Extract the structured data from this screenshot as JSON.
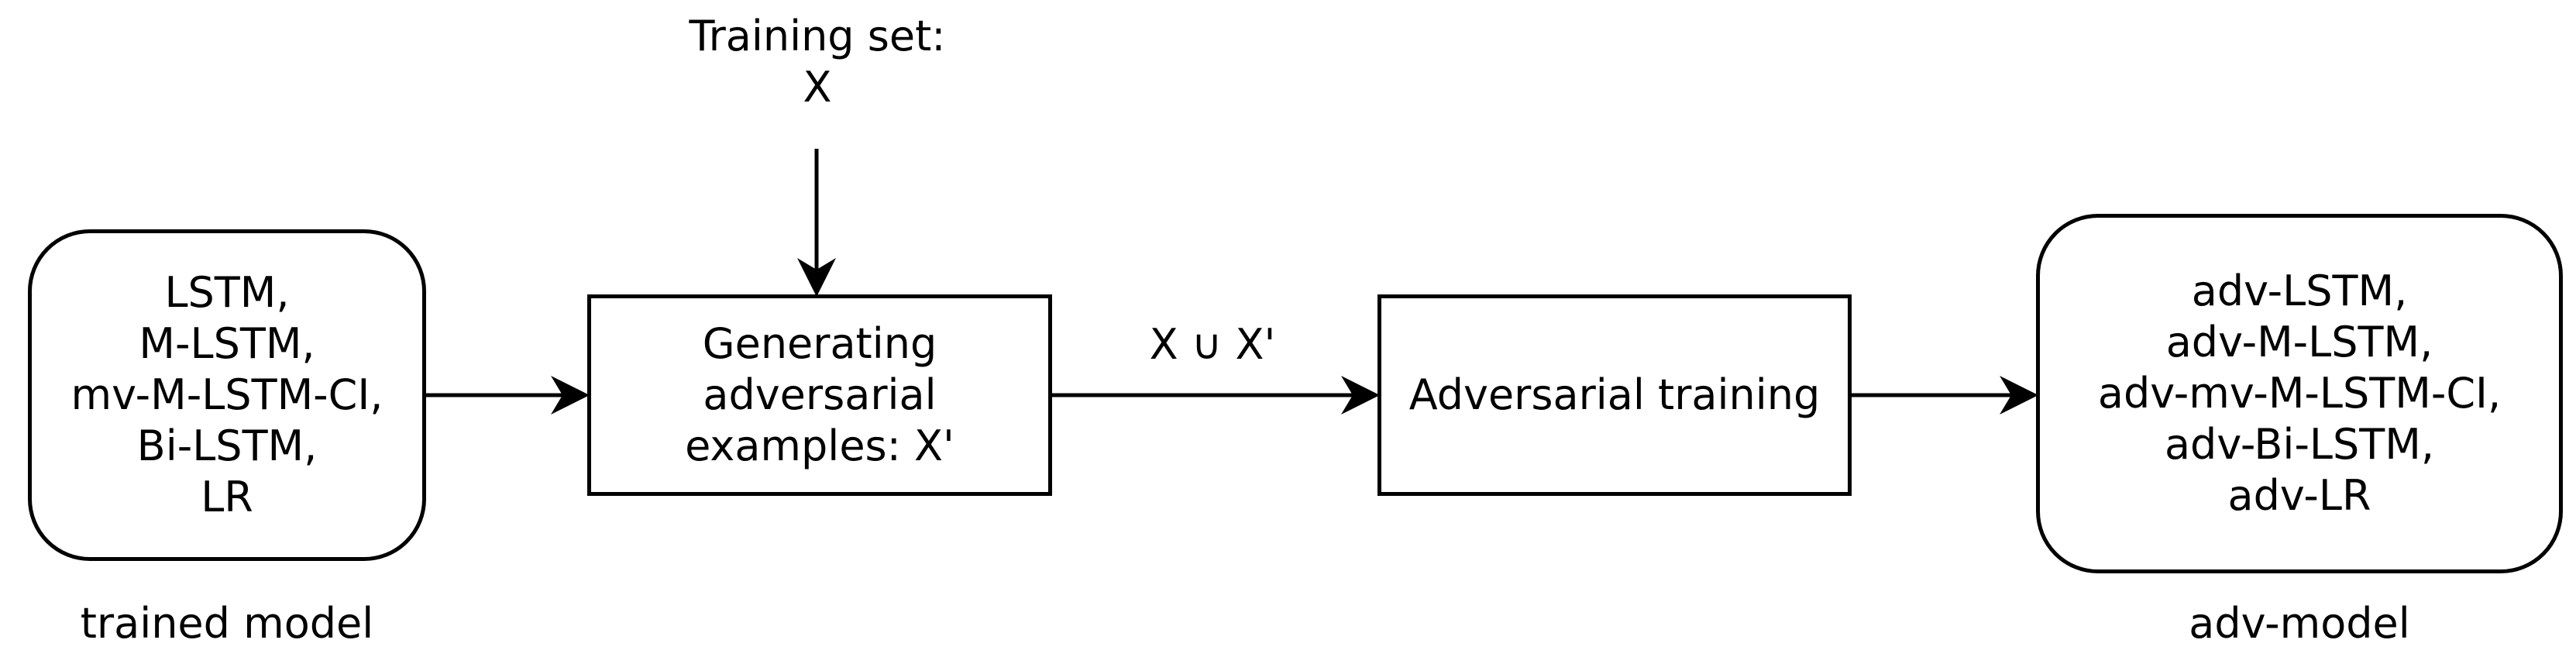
{
  "training_set": {
    "line1": "Training set:",
    "line2": "X"
  },
  "input_model": {
    "lines": [
      "LSTM,",
      "M-LSTM,",
      "mv-M-LSTM-CI,",
      "Bi-LSTM,",
      "LR"
    ],
    "caption": "trained model"
  },
  "generator": {
    "lines": [
      "Generating",
      "adversarial",
      "examples: X'"
    ]
  },
  "union_label": "X ∪ X'",
  "trainer": {
    "label": "Adversarial training"
  },
  "output_model": {
    "lines": [
      "adv-LSTM,",
      "adv-M-LSTM,",
      "adv-mv-M-LSTM-CI,",
      "adv-Bi-LSTM,",
      "adv-LR"
    ],
    "caption": "adv-model"
  },
  "colors": {
    "stroke": "#000000",
    "background": "#ffffff"
  }
}
